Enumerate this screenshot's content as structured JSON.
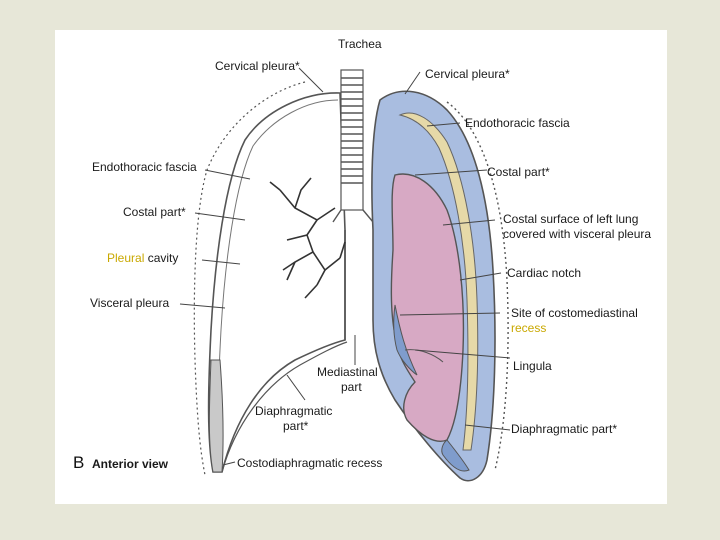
{
  "colors": {
    "slide_background": "#e7e7d8",
    "panel_background": "#ffffff",
    "pleura_blue": "#a9bde0",
    "lung_pink": "#d7a9c4",
    "fascia_tan": "#e6d9a8",
    "highlight_yellow": "#c9a800",
    "line": "#555555"
  },
  "figure": {
    "letter": "B",
    "view": "Anterior view"
  },
  "labels": {
    "trachea": "Trachea",
    "cervical_pleura_right": "Cervical pleura*",
    "cervical_pleura_left": "Cervical pleura*",
    "endothoracic_fascia_left": "Endothoracic fascia",
    "endothoracic_fascia_right": "Endothoracic fascia",
    "costal_part_left": "Costal part*",
    "costal_part_right": "Costal part*",
    "pleural_cavity_word1": "Pleural",
    "pleural_cavity_word2": "cavity",
    "visceral_pleura": "Visceral pleura",
    "costal_surface_line1": "Costal surface of left lung",
    "costal_surface_line2": "covered with visceral pleura",
    "cardiac_notch": "Cardiac notch",
    "costomediastinal_line1": "Site of costomediastinal",
    "costomediastinal_line2": "recess",
    "lingula": "Lingula",
    "mediastinal_line1": "Mediastinal",
    "mediastinal_line2": "part",
    "diaphragmatic_center_line1": "Diaphragmatic",
    "diaphragmatic_center_line2": "part*",
    "diaphragmatic_right": "Diaphragmatic part*",
    "costodiaphragmatic_recess": "Costodiaphragmatic recess"
  }
}
